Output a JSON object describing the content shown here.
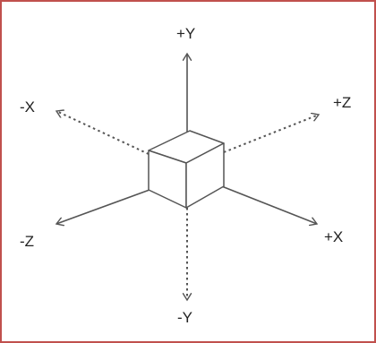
{
  "diagram": {
    "labels": {
      "pos_y": "+Y",
      "neg_y": "-Y",
      "pos_x": "+X",
      "neg_x": "-X",
      "pos_z": "+Z",
      "neg_z": "-Z"
    },
    "colors": {
      "border": "#c0504d",
      "line": "#555555",
      "text": "#222222",
      "background": "#ffffff"
    }
  }
}
